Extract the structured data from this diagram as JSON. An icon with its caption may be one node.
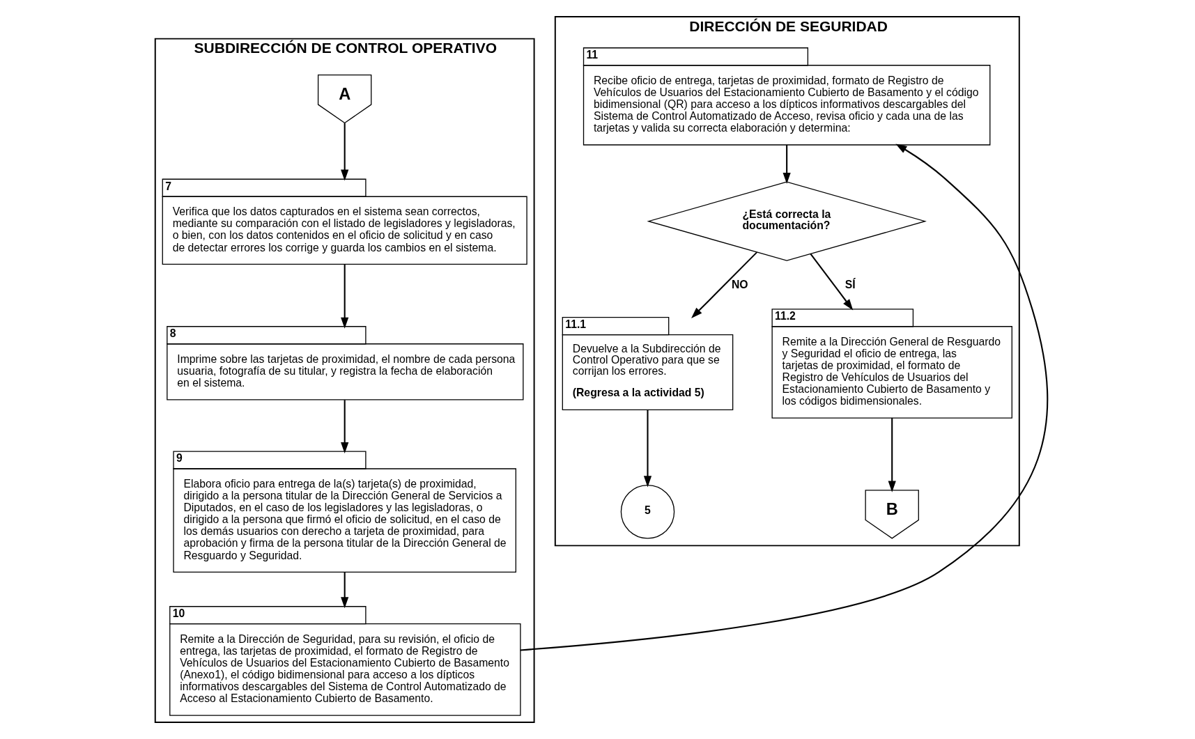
{
  "diagram": {
    "nodes": [
      {
        "text": [
          "SUBDIRECCIÓN DE CONTROL OPERATIVO"
        ]
      },
      {
        "text": [
          "DIRECCIÓN DE SEGURIDAD"
        ]
      },
      {
        "text": [
          "A"
        ],
        "in": 0
      },
      {
        "text": [
          "7",
          "Verifica que los datos capturados en el sistema sean correctos, mediante su comparación con el listado de legisladores y legisladoras, o bien, con los datos contenidos en el oficio de solicitud y en caso de detectar errores los corrige y guarda los cambios en el sistema."
        ],
        "in": 0
      },
      {
        "text": [
          "8",
          "Imprime sobre las tarjetas de proximidad, el nombre de cada persona usuaria, fotografía de su titular, y registra la fecha de elaboración en el sistema."
        ],
        "in": 0
      },
      {
        "text": [
          "9",
          "Elabora oficio para entrega de la(s) tarjeta(s) de proximidad, dirigido a la persona titular de la Dirección General de Servicios a Diputados, en el caso de los legisladores y las legisladoras, o dirigido a la persona que firmó el oficio de solicitud, en el caso de los demás usuarios con derecho a tarjeta de proximidad, para aprobación y firma de la persona titular de la Dirección General de Resguardo y Seguridad."
        ],
        "in": 0
      },
      {
        "text": [
          "10",
          "Remite a la Dirección de Seguridad, para su revisión, el oficio de entrega, las tarjetas de proximidad, el formato de Registro de Vehículos de Usuarios del Estacionamiento Cubierto de Basamento (Anexo1), el código bidimensional para acceso a los dípticos informativos descargables del Sistema de Control Automatizado de Acceso al Estacionamiento Cubierto de Basamento."
        ],
        "in": 0
      },
      {
        "text": [
          "11",
          "Recibe oficio de entrega, tarjetas de proximidad, formato de Registro de Vehículos de Usuarios del Estacionamiento Cubierto de Basamento y el código bidimensional (QR) para acceso a los dípticos informativos descargables del Sistema de Control Automatizado de Acceso, revisa oficio y cada una de las tarjetas y valida su correcta elaboración y determina:"
        ],
        "in": 1
      },
      {
        "text": [
          "¿Está correcta la documentación?"
        ],
        "in": 1
      },
      {
        "text": [
          "11.1",
          "Devuelve a la Subdirección de Control Operativo para que se corrijan los errores.",
          "(Regresa a la actividad 5)"
        ],
        "in": 1
      },
      {
        "text": [
          "11.2",
          "Remite a la Dirección General de Resguardo y Seguridad el oficio de entrega, las tarjetas de proximidad, el formato de Registro de Vehículos de Usuarios del Estacionamiento Cubierto de Basamento y los códigos bidimensionales."
        ],
        "in": 1
      },
      {
        "text": [
          "5"
        ],
        "in": 1
      },
      {
        "text": [
          "B"
        ],
        "in": 1
      }
    ],
    "edges": [
      {
        "from": 2,
        "to": 3,
        "arrow": "to"
      },
      {
        "from": 3,
        "to": 4,
        "arrow": "to"
      },
      {
        "from": 4,
        "to": 5,
        "arrow": "to"
      },
      {
        "from": 5,
        "to": 6,
        "arrow": "to"
      },
      {
        "from": 6,
        "to": 7,
        "arrow": "to"
      },
      {
        "from": 7,
        "to": 8,
        "arrow": "to"
      },
      {
        "from": 8,
        "to": 9,
        "arrow": "to",
        "label": "NO"
      },
      {
        "from": 8,
        "to": 10,
        "arrow": "to",
        "label": "SÍ"
      },
      {
        "from": 9,
        "to": 11,
        "arrow": "to"
      },
      {
        "from": 10,
        "to": 12,
        "arrow": "to"
      }
    ]
  }
}
